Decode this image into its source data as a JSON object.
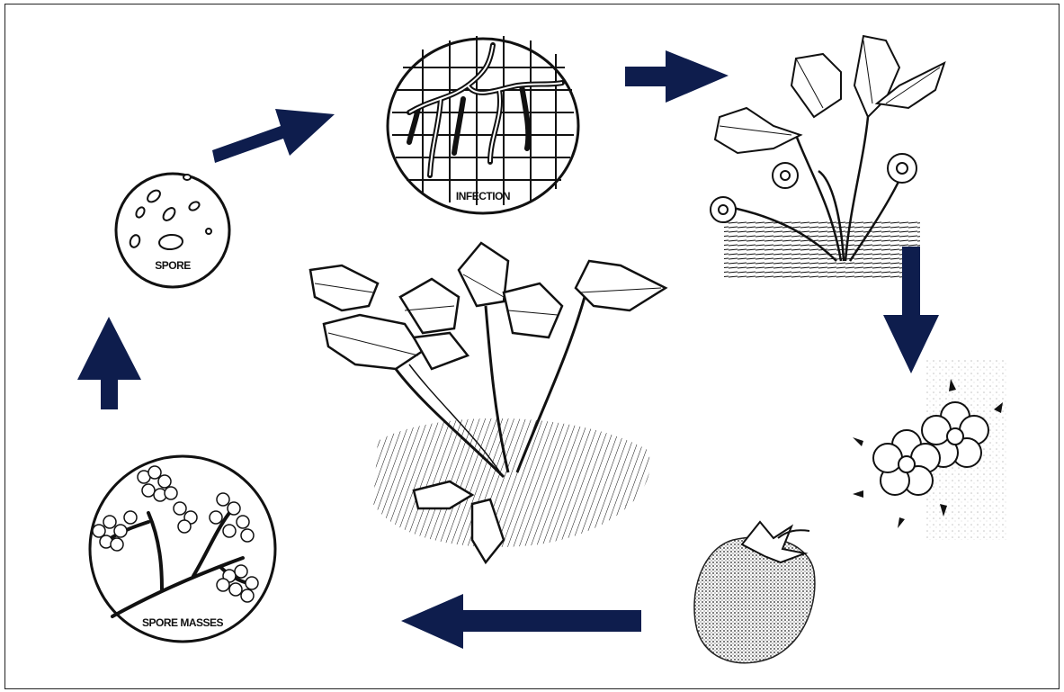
{
  "diagram": {
    "stages": [
      {
        "id": "spore",
        "label": "SPORE"
      },
      {
        "id": "infection",
        "label": "INFECTION"
      },
      {
        "id": "flowering-plant",
        "label": ""
      },
      {
        "id": "flowers",
        "label": ""
      },
      {
        "id": "fruit",
        "label": ""
      },
      {
        "id": "spore-masses",
        "label": "SPORE MASSES"
      }
    ],
    "center": {
      "id": "host-plant",
      "label": ""
    }
  },
  "colors": {
    "arrow": "#0e1d4d",
    "ink": "#111111",
    "paper": "#ffffff"
  }
}
